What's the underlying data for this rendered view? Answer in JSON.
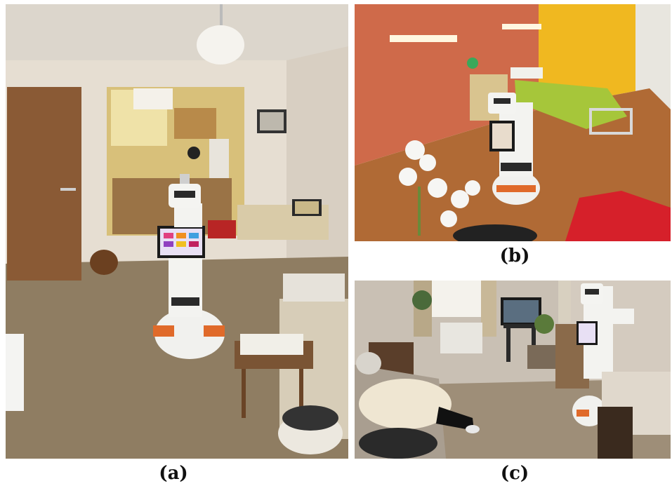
{
  "figure": {
    "panels": [
      {
        "id": "a",
        "caption": "(a)"
      },
      {
        "id": "b",
        "caption": "(b)"
      },
      {
        "id": "c",
        "caption": "(c)"
      }
    ]
  },
  "colors": {
    "robot_body": "#f3f3f0",
    "robot_dark": "#2a2a2a",
    "robot_light_band": "#e06a2a",
    "wall_orange": "#cf6a4a",
    "wall_yellow": "#f0b820",
    "floor_wood": "#b06a35",
    "carpet": "#8f7d62"
  }
}
